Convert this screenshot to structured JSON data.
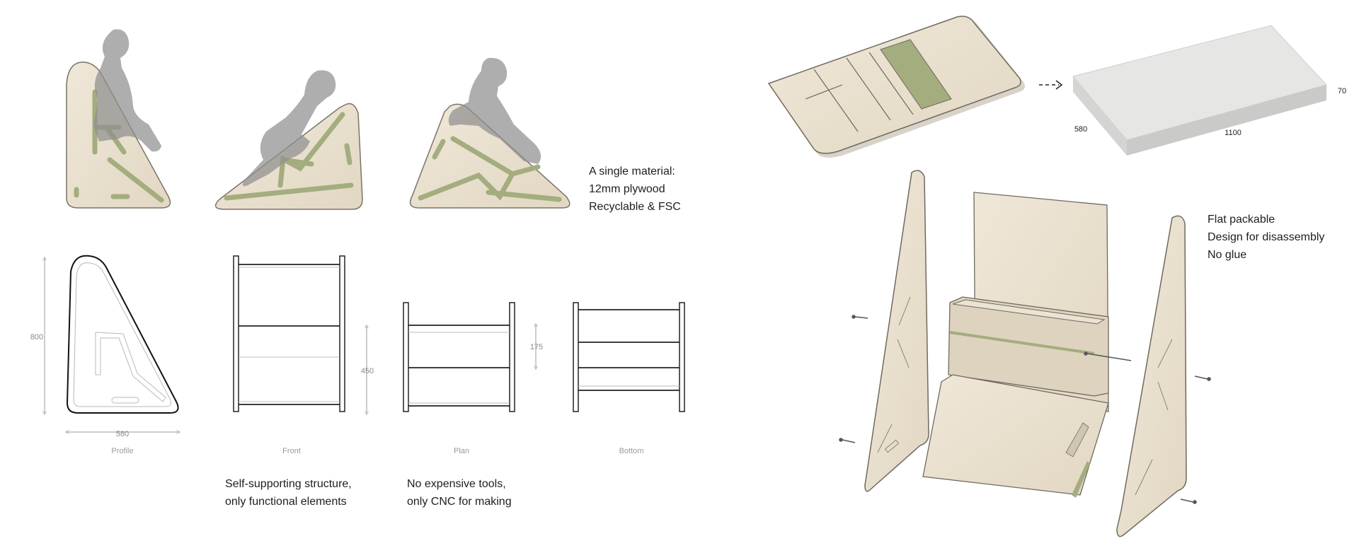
{
  "colors": {
    "wood": "#e8dfcf",
    "wood_edge": "#6f6a5e",
    "groove": "#a3ad7e",
    "silhouette": "#9c9c9c",
    "block": "#dededc",
    "caption": "#9a9a9a"
  },
  "notes": {
    "material": [
      "A single material:",
      "12mm plywood",
      "Recyclable & FSC"
    ],
    "structure": [
      "Self-supporting structure,",
      "only functional elements"
    ],
    "tools": [
      "No expensive tools,",
      "only CNC for making"
    ],
    "flat": [
      "Flat packable",
      "Design for disassembly",
      "No glue"
    ]
  },
  "captions": {
    "profile": "Profile",
    "front": "Front",
    "plan": "Plan",
    "bottom": "Bottom"
  },
  "dimensions": {
    "profile_height": "800",
    "profile_width": "580",
    "front_height": "450",
    "plan_spacing": "175",
    "pack_length": "1100",
    "pack_width": "580",
    "pack_thickness": "70"
  }
}
